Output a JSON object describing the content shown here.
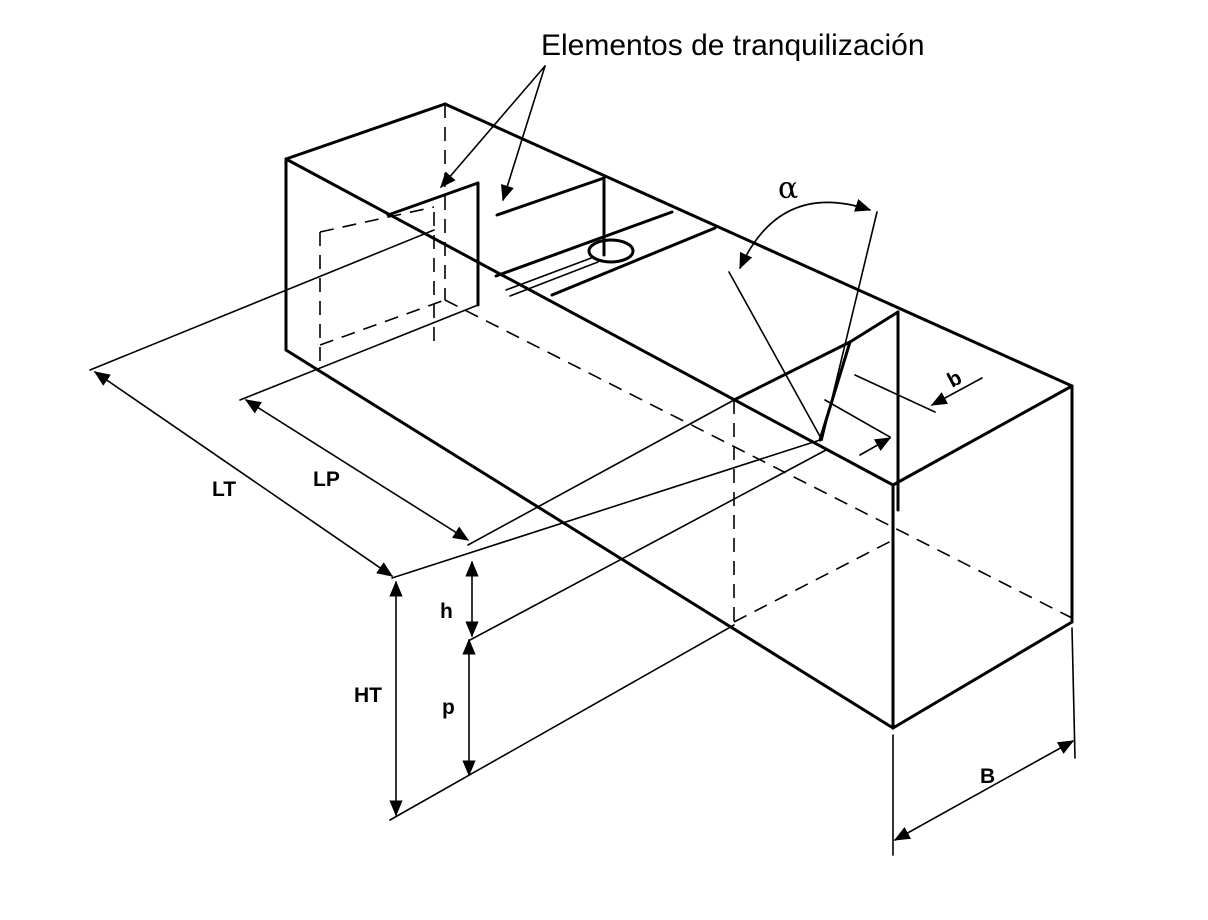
{
  "callout": {
    "title": "Elementos de tranquilización"
  },
  "labels": {
    "alpha": "α",
    "b": "b",
    "LT": "LT",
    "LP": "LP",
    "h": "h",
    "HT": "HT",
    "p": "p",
    "B": "B"
  }
}
